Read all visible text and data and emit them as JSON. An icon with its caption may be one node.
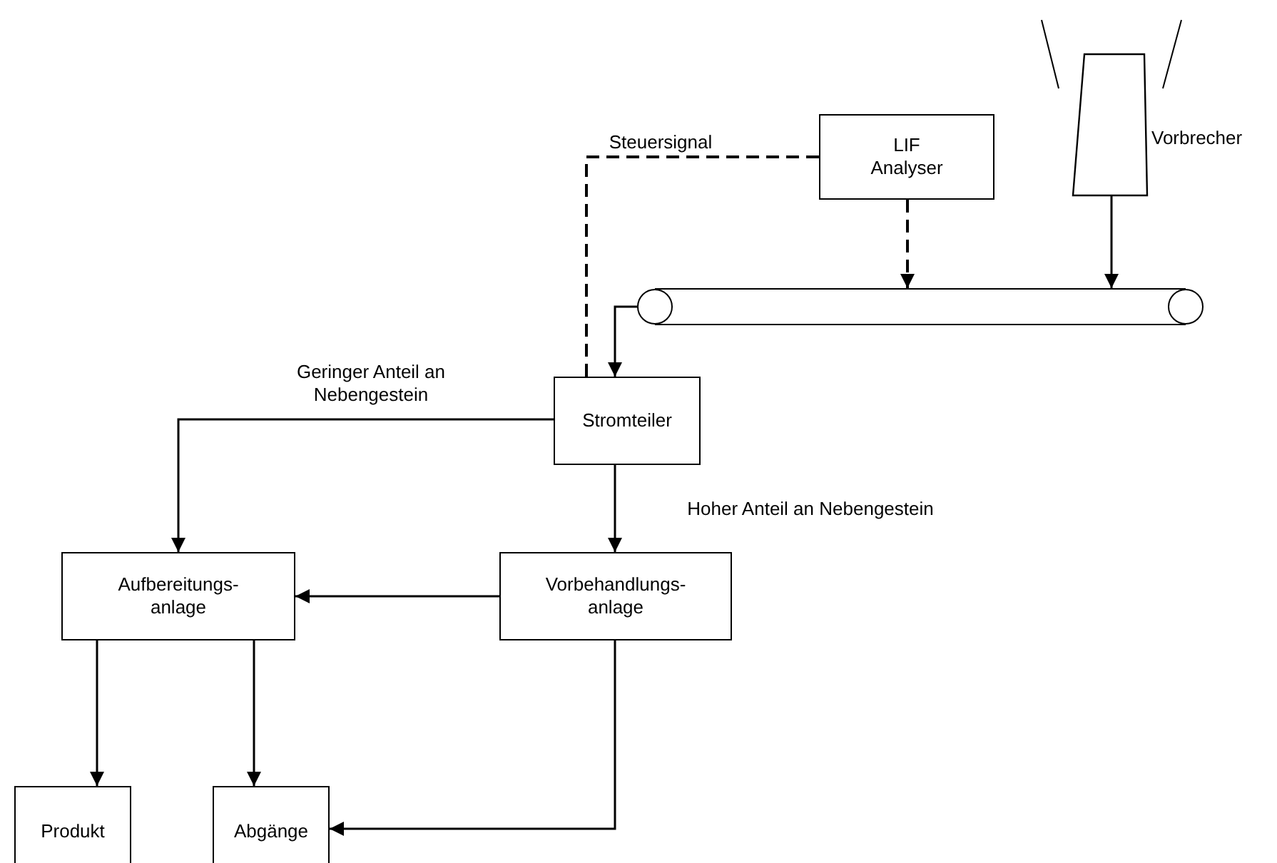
{
  "diagram": {
    "nodes": [
      {
        "text": [
          "LIF Analyser"
        ]
      },
      {
        "text": [
          "Vorbrecher"
        ]
      },
      {
        "text": [],
        "shape": "conveyor"
      },
      {
        "text": [
          "Stromteiler"
        ]
      },
      {
        "text": [
          "Aufbereitungs- anlage"
        ]
      },
      {
        "text": [
          "Vorbehandlungs- anlage"
        ]
      },
      {
        "text": [
          "Produkt"
        ]
      },
      {
        "text": [
          "Abgänge"
        ]
      }
    ],
    "edges": [
      {
        "from": 0,
        "to": 3,
        "arrow": "none",
        "label": "Steuersignal",
        "style": "dashed"
      },
      {
        "from": 0,
        "to": 2,
        "arrow": "to",
        "style": "dashed"
      },
      {
        "from": 1,
        "to": 2,
        "arrow": "to"
      },
      {
        "from": 2,
        "to": 3,
        "arrow": "to"
      },
      {
        "from": 3,
        "to": 4,
        "arrow": "to",
        "label": "Geringer Anteil an Nebengestein"
      },
      {
        "from": 3,
        "to": 5,
        "arrow": "to",
        "label": "Hoher Anteil an Nebengestein"
      },
      {
        "from": 5,
        "to": 4,
        "arrow": "to"
      },
      {
        "from": 4,
        "to": 6,
        "arrow": "to"
      },
      {
        "from": 4,
        "to": 7,
        "arrow": "to"
      },
      {
        "from": 5,
        "to": 7,
        "arrow": "to"
      }
    ]
  }
}
